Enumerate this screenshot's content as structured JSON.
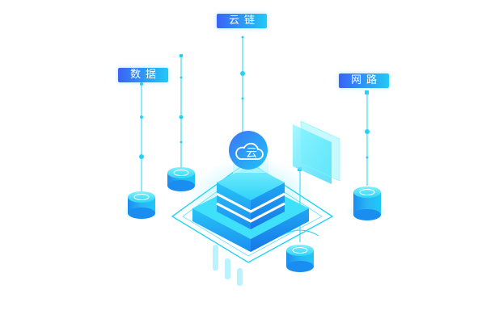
{
  "labels": {
    "yunlian": "云链",
    "shuju": "数据",
    "wanglu": "网路"
  },
  "cloud_icon": {
    "glyph": "云",
    "icon": "cloud-icon"
  },
  "colors": {
    "label_gradient_start": "#3a63f5",
    "label_gradient_end": "#21c9f7",
    "cyan": "#22d3f5",
    "blue": "#1a8df0"
  }
}
